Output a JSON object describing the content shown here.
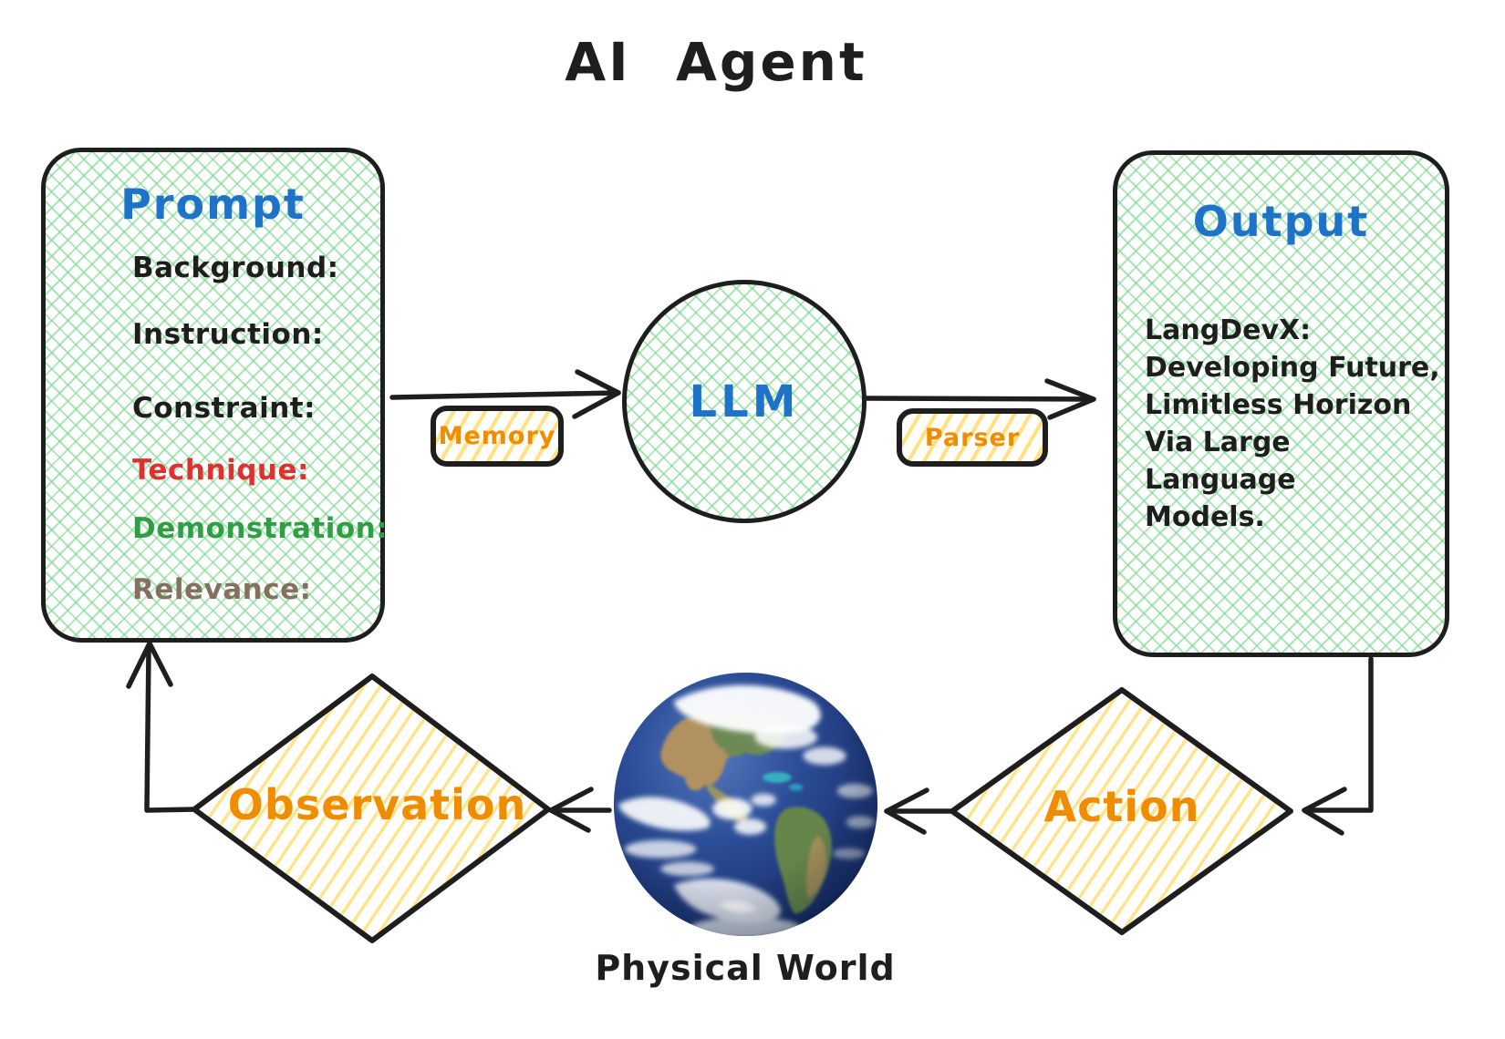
{
  "title": "AI Agent",
  "colors": {
    "ink": "#1e1e1e",
    "heading_blue": "#1e72c8",
    "hatch_green": "#7dd791",
    "hatch_yellow": "#ffd95e",
    "label_orange": "#f08c00",
    "technique_red": "#e03131",
    "demonstration_green": "#2f9e44",
    "relevance_brown": "#85705f"
  },
  "prompt": {
    "title": "Prompt",
    "items": [
      {
        "label": "Background:",
        "color": "#1e1e1e"
      },
      {
        "label": "Instruction:",
        "color": "#1e1e1e"
      },
      {
        "label": "Constraint:",
        "color": "#1e1e1e"
      },
      {
        "label": "Technique:",
        "color": "#e03131"
      },
      {
        "label": "Demonstration:",
        "color": "#2f9e44"
      },
      {
        "label": "Relevance:",
        "color": "#85705f"
      }
    ]
  },
  "pipeline": {
    "memory_label": "Memory",
    "llm_label": "LLM",
    "parser_label": "Parser"
  },
  "output": {
    "title": "Output",
    "body_lines": [
      "LangDevX:",
      "Developing Future,",
      "Limitless Horizon",
      "Via Large Language",
      "Models."
    ]
  },
  "loop": {
    "observation_label": "Observation",
    "action_label": "Action",
    "physical_world_label": "Physical World"
  }
}
